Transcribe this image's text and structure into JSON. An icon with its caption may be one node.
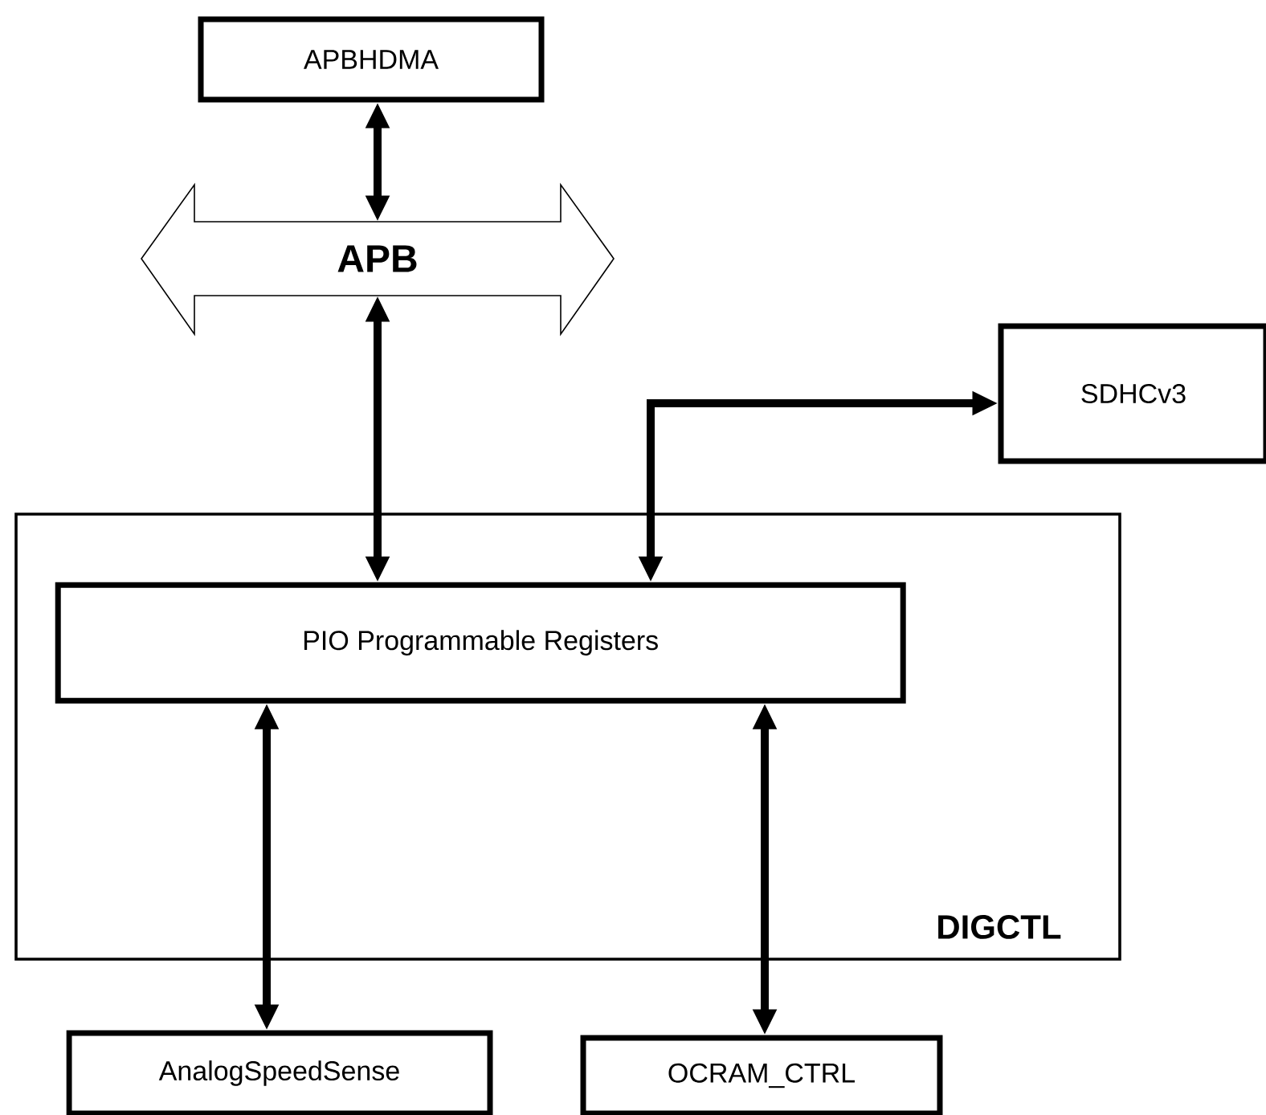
{
  "diagram": {
    "nodes": [
      {
        "text": [
          "APBHDMA"
        ]
      },
      {
        "text": [
          "APB"
        ]
      },
      {
        "text": [
          "DIGCTL"
        ]
      },
      {
        "text": [
          "PIO Programmable Registers"
        ],
        "in": 2
      },
      {
        "text": [
          "SDHCv3"
        ]
      },
      {
        "text": [
          "AnalogSpeedSense"
        ]
      },
      {
        "text": [
          "OCRAM_CTRL"
        ]
      }
    ],
    "edges": [
      {
        "from": 0,
        "to": 1,
        "arrow": "both"
      },
      {
        "from": 1,
        "to": 3,
        "arrow": "both"
      },
      {
        "from": 3,
        "to": 4,
        "arrow": "both"
      },
      {
        "from": 3,
        "to": 5,
        "arrow": "both"
      },
      {
        "from": 3,
        "to": 6,
        "arrow": "both"
      }
    ]
  }
}
